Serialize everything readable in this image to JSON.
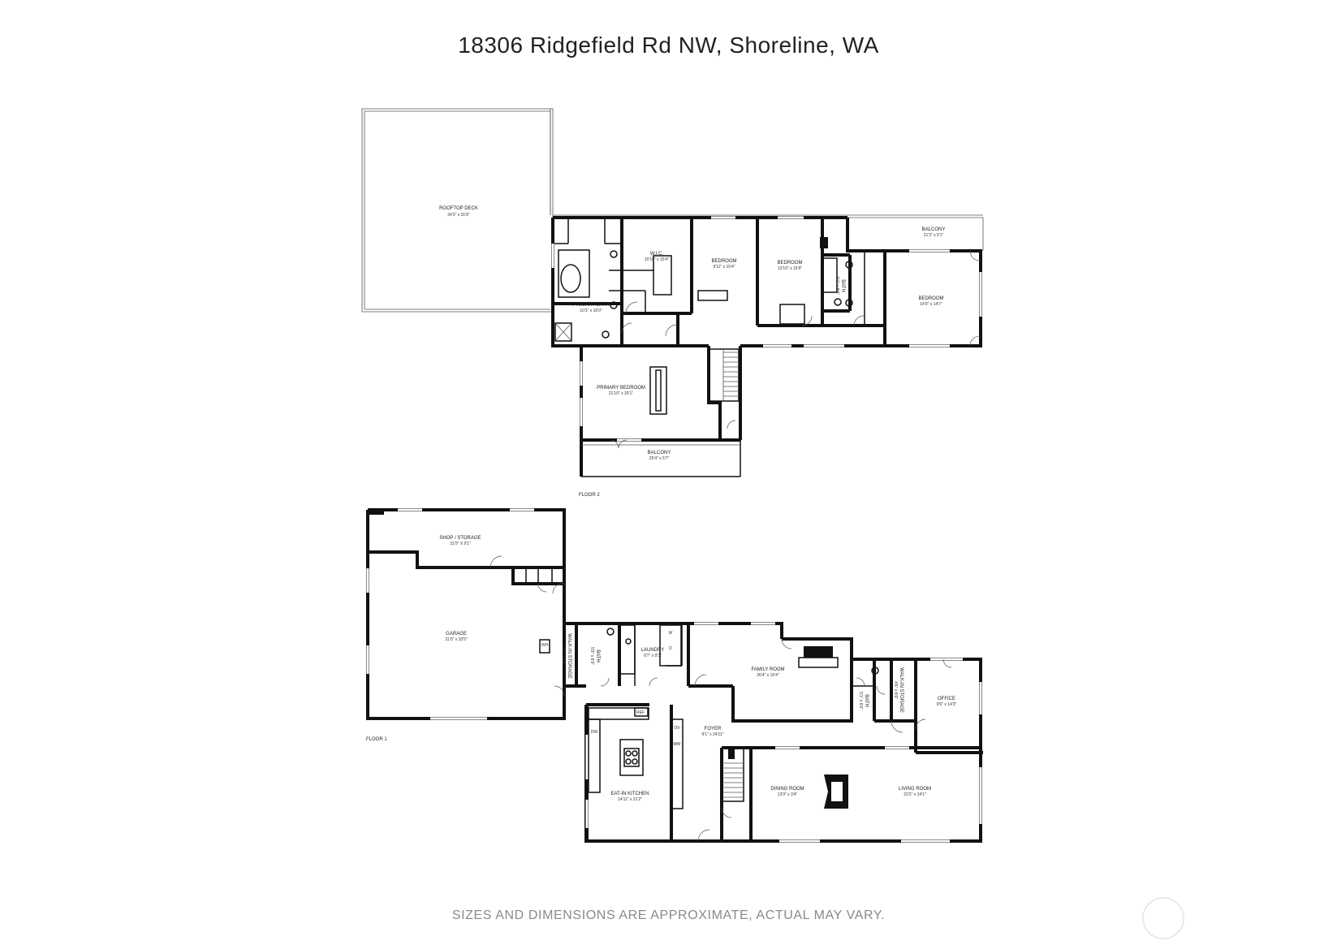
{
  "title": "18306 Ridgefield Rd NW, Shoreline, WA",
  "disclaimer": "SIZES AND DIMENSIONS ARE APPROXIMATE, ACTUAL MAY VARY.",
  "floors": {
    "floor2": {
      "label": "FLOOR 2",
      "rooms": {
        "rooftop_deck": {
          "name": "ROOFTOP DECK",
          "dim": "34'3\" x 31'8\""
        },
        "wic": {
          "name": "W.I.C.",
          "dim": "10'10\" x 15'4\""
        },
        "bedroom_a": {
          "name": "BEDROOM",
          "dim": "9'11\" x 15'4\""
        },
        "bedroom_b": {
          "name": "BEDROOM",
          "dim": "13'10\" x 16'9\""
        },
        "balcony_top": {
          "name": "BALCONY",
          "dim": "21'3\" x 5'1\""
        },
        "bedroom_c": {
          "name": "BEDROOM",
          "dim": "14'9\" x 14'7\""
        },
        "bath": {
          "name": "BATH",
          "dim": "5'1\" x 8'9\""
        },
        "primary_bath": {
          "name": "PRIMARY BATH",
          "dim": "10'3\" x 16'0\""
        },
        "primary_bedroom": {
          "name": "PRIMARY BEDROOM",
          "dim": "21'10\" x 20'1\""
        },
        "balcony_bottom": {
          "name": "BALCONY",
          "dim": "25'4\" x 5'7\""
        }
      }
    },
    "floor1": {
      "label": "FLOOR 1",
      "rooms": {
        "shop_storage": {
          "name": "SHOP / STORAGE",
          "dim": "31'0\" X 9'1\""
        },
        "garage": {
          "name": "GARAGE",
          "dim": "31'0\" x 33'5\""
        },
        "walkin_storage_a": {
          "name": "WALK-IN STORAGE",
          "dim": "5'2\" x 6'0\""
        },
        "bath_a": {
          "name": "BATH",
          "dim": "5'9\" x 6'9\""
        },
        "laundry": {
          "name": "LAUNDRY",
          "dim": "9'7\" x 9'3\""
        },
        "family_room": {
          "name": "FAMILY ROOM",
          "dim": "26'4\" x 15'4\""
        },
        "bath_b": {
          "name": "BATH",
          "dim": "5'1\" x 6'6\""
        },
        "walkin_storage_b": {
          "name": "WALK-IN STORAGE",
          "dim": "4'6\" x 6'6\""
        },
        "office": {
          "name": "OFFICE",
          "dim": "9'6\" x 14'3\""
        },
        "foyer": {
          "name": "FOYER",
          "dim": "9'1\" x 24'11\""
        },
        "kitchen": {
          "name": "EAT-IN KITCHEN",
          "dim": "14'11\" x 21'2\""
        },
        "dining_room": {
          "name": "DINING ROOM",
          "dim": "13'9\" x 3'4\""
        },
        "living_room": {
          "name": "LIVING ROOM",
          "dim": "23'2\" x 14'1\""
        }
      },
      "fixtures": {
        "wh_label": "WH",
        "ref_label": "REF",
        "dw_label": "DW",
        "w_label": "W",
        "d_label": "D",
        "oven_label": "OV",
        "micro_label": "MW"
      }
    }
  },
  "colors": {
    "wall": "#111111",
    "text": "#222222",
    "disclaimer": "#8a8a8a"
  }
}
